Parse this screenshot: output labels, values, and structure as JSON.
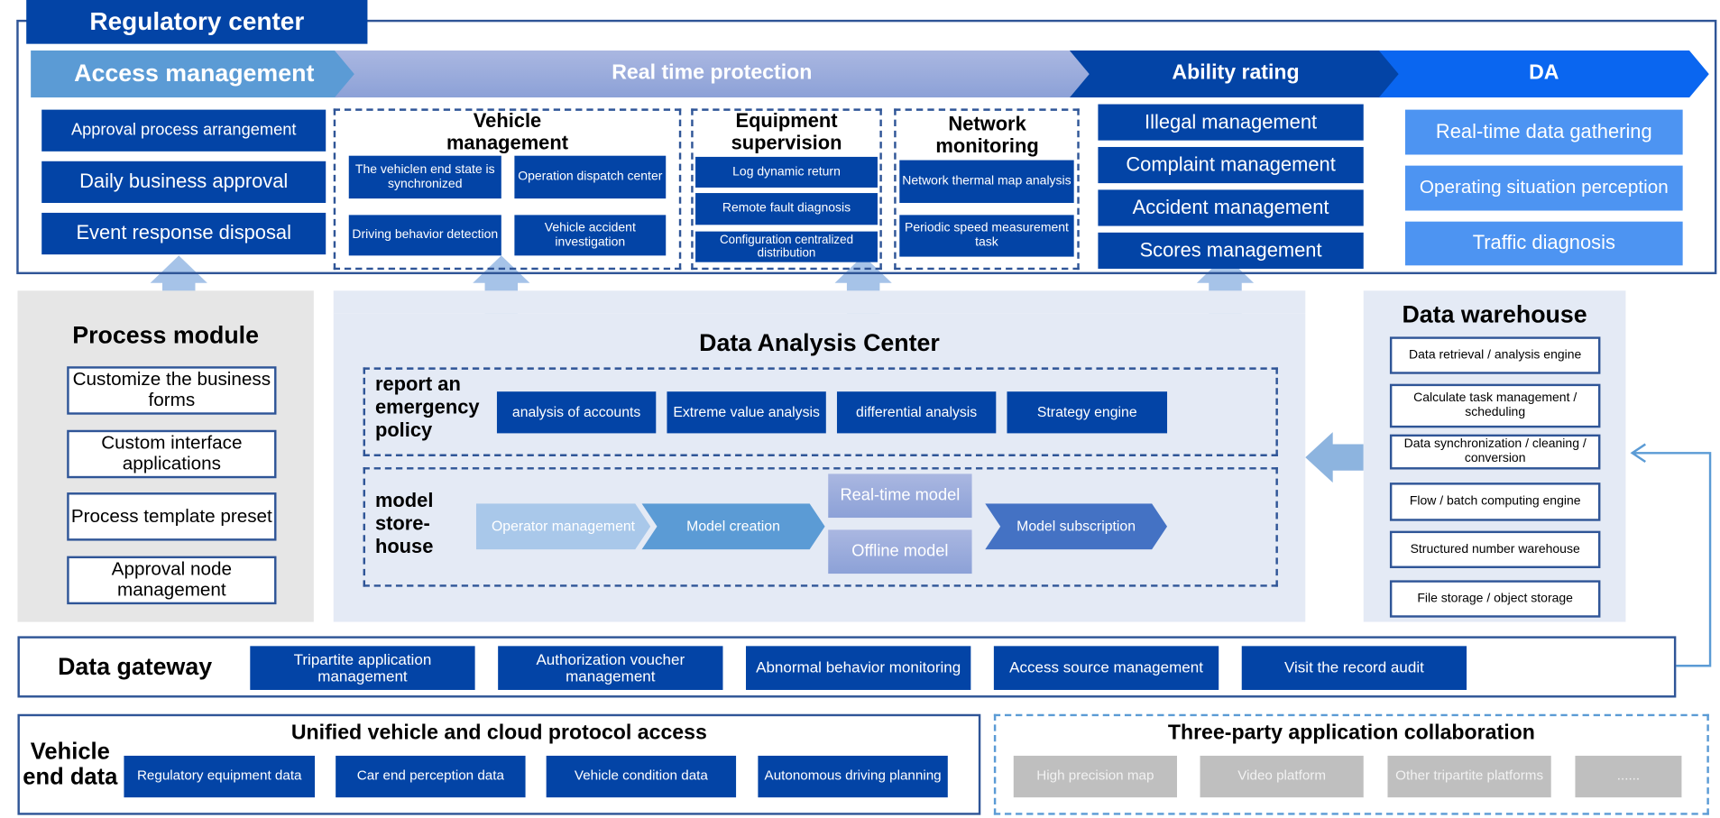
{
  "regulatory_center": {
    "title": "Regulatory center",
    "stages": [
      "Access management",
      "Real time protection",
      "Ability rating",
      "DA"
    ],
    "access_management": [
      "Approval process arrangement",
      "Daily business approval",
      "Event response disposal"
    ],
    "vehicle_management": {
      "title": "Vehicle management",
      "items": [
        "The vehiclen end state is synchronized",
        "Operation dispatch center",
        "Driving behavior detection",
        "Vehicle accident investigation"
      ]
    },
    "equipment_supervision": {
      "title": "Equipment supervision",
      "items": [
        "Log dynamic return",
        "Remote fault diagnosis",
        "Configuration centralized distribution"
      ]
    },
    "network_monitoring": {
      "title": "Network monitoring",
      "items": [
        "Network thermal map analysis",
        "Periodic speed measurement task"
      ]
    },
    "ability_rating": [
      "Illegal management",
      "Complaint management",
      "Accident management",
      "Scores management"
    ],
    "da": [
      "Real-time data gathering",
      "Operating situation perception",
      "Traffic diagnosis"
    ]
  },
  "process_module": {
    "title": "Process module",
    "items": [
      "Customize the business forms",
      "Custom interface applications",
      "Process template preset",
      "Approval node management"
    ]
  },
  "data_analysis_center": {
    "title": "Data Analysis Center",
    "emergency": {
      "title": "report an emergency policy",
      "items": [
        "analysis of accounts",
        "Extreme value analysis",
        "differential analysis",
        "Strategy engine"
      ]
    },
    "model": {
      "title": "model store-house",
      "items": [
        "Operator management",
        "Model creation",
        "Real-time model",
        "Offline model",
        "Model subscription"
      ]
    }
  },
  "data_warehouse": {
    "title": "Data warehouse",
    "items": [
      "Data retrieval / analysis engine",
      "Calculate task management / scheduling",
      "Data synchronization / cleaning / conversion",
      "Flow / batch computing engine",
      "Structured number warehouse",
      "File storage / object storage"
    ]
  },
  "data_gateway": {
    "title": "Data gateway",
    "items": [
      "Tripartite application management",
      "Authorization voucher management",
      "Abnormal behavior monitoring",
      "Access source management",
      "Visit the record audit"
    ]
  },
  "vehicle_end": {
    "title": "Vehicle end data",
    "subtitle": "Unified vehicle and cloud protocol access",
    "items": [
      "Regulatory equipment data",
      "Car end perception data",
      "Vehicle condition data",
      "Autonomous driving planning"
    ]
  },
  "three_party": {
    "title": "Three-party application collaboration",
    "items": [
      "High precision map",
      "Video platform",
      "Other tripartite platforms",
      "......"
    ]
  },
  "colors": {
    "dark_blue": "#0344a6",
    "light_blue": "#4d94f2",
    "arrow": "#a9c5e8",
    "frame": "#2f5597"
  }
}
